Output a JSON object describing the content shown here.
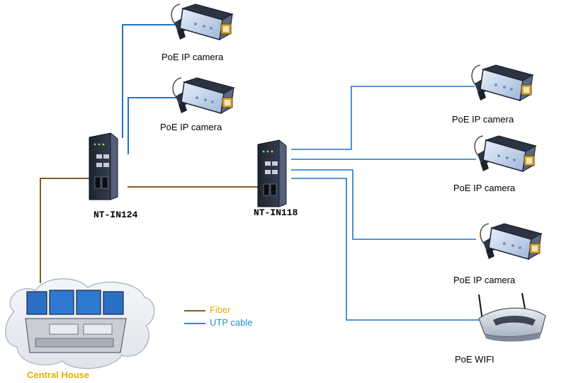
{
  "colors": {
    "fiber": "#8a5a1e",
    "utp": "#1f74c4",
    "label_yellow": "#e0b000",
    "label_blue": "#1f8fd1"
  },
  "nodes": {
    "switch_left": {
      "label": "NT-IN124"
    },
    "switch_right": {
      "label": "NT-IN118"
    },
    "cameras": [
      {
        "label": "PoE IP camera"
      },
      {
        "label": "PoE IP camera"
      },
      {
        "label": "PoE IP camera"
      },
      {
        "label": "PoE IP camera"
      },
      {
        "label": "PoE IP camera"
      }
    ],
    "wifi": {
      "label": "PoE WIFI"
    },
    "central_house": {
      "label": "Central House"
    }
  },
  "legend": {
    "fiber": "Fiber",
    "utp": "UTP cable"
  }
}
